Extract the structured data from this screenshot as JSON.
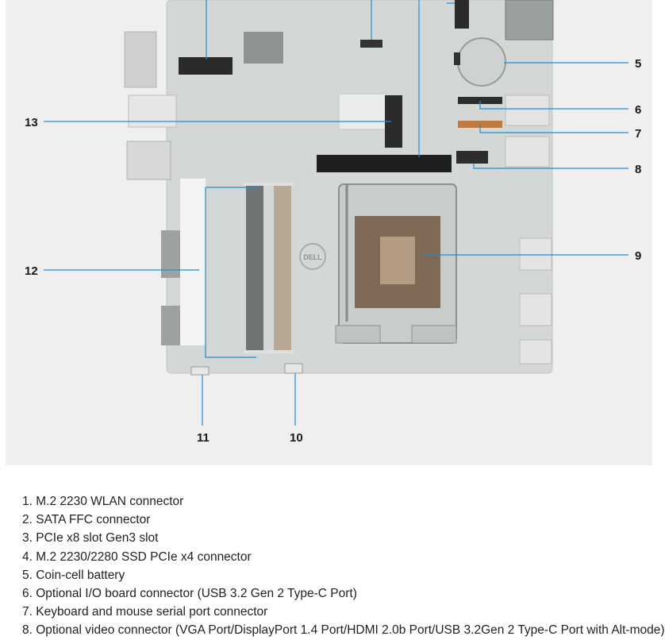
{
  "figure": {
    "callouts": [
      "5",
      "6",
      "7",
      "8",
      "9",
      "10",
      "11",
      "12",
      "13"
    ],
    "logo_text": "DELL"
  },
  "legend": [
    "1. M.2 2230 WLAN connector",
    "2. SATA FFC connector",
    "3. PCIe x8 slot Gen3 slot",
    "4. M.2 2230/2280 SSD PCIe x4 connector",
    "5. Coin-cell battery",
    "6. Optional I/O board connector (USB 3.2 Gen 2 Type-C Port)",
    "7. Keyboard and mouse serial port connector",
    "8. Optional video connector (VGA Port/DisplayPort 1.4 Port/HDMI 2.0b Port/USB 3.2Gen 2 Type-C Port with Alt-mode)"
  ]
}
